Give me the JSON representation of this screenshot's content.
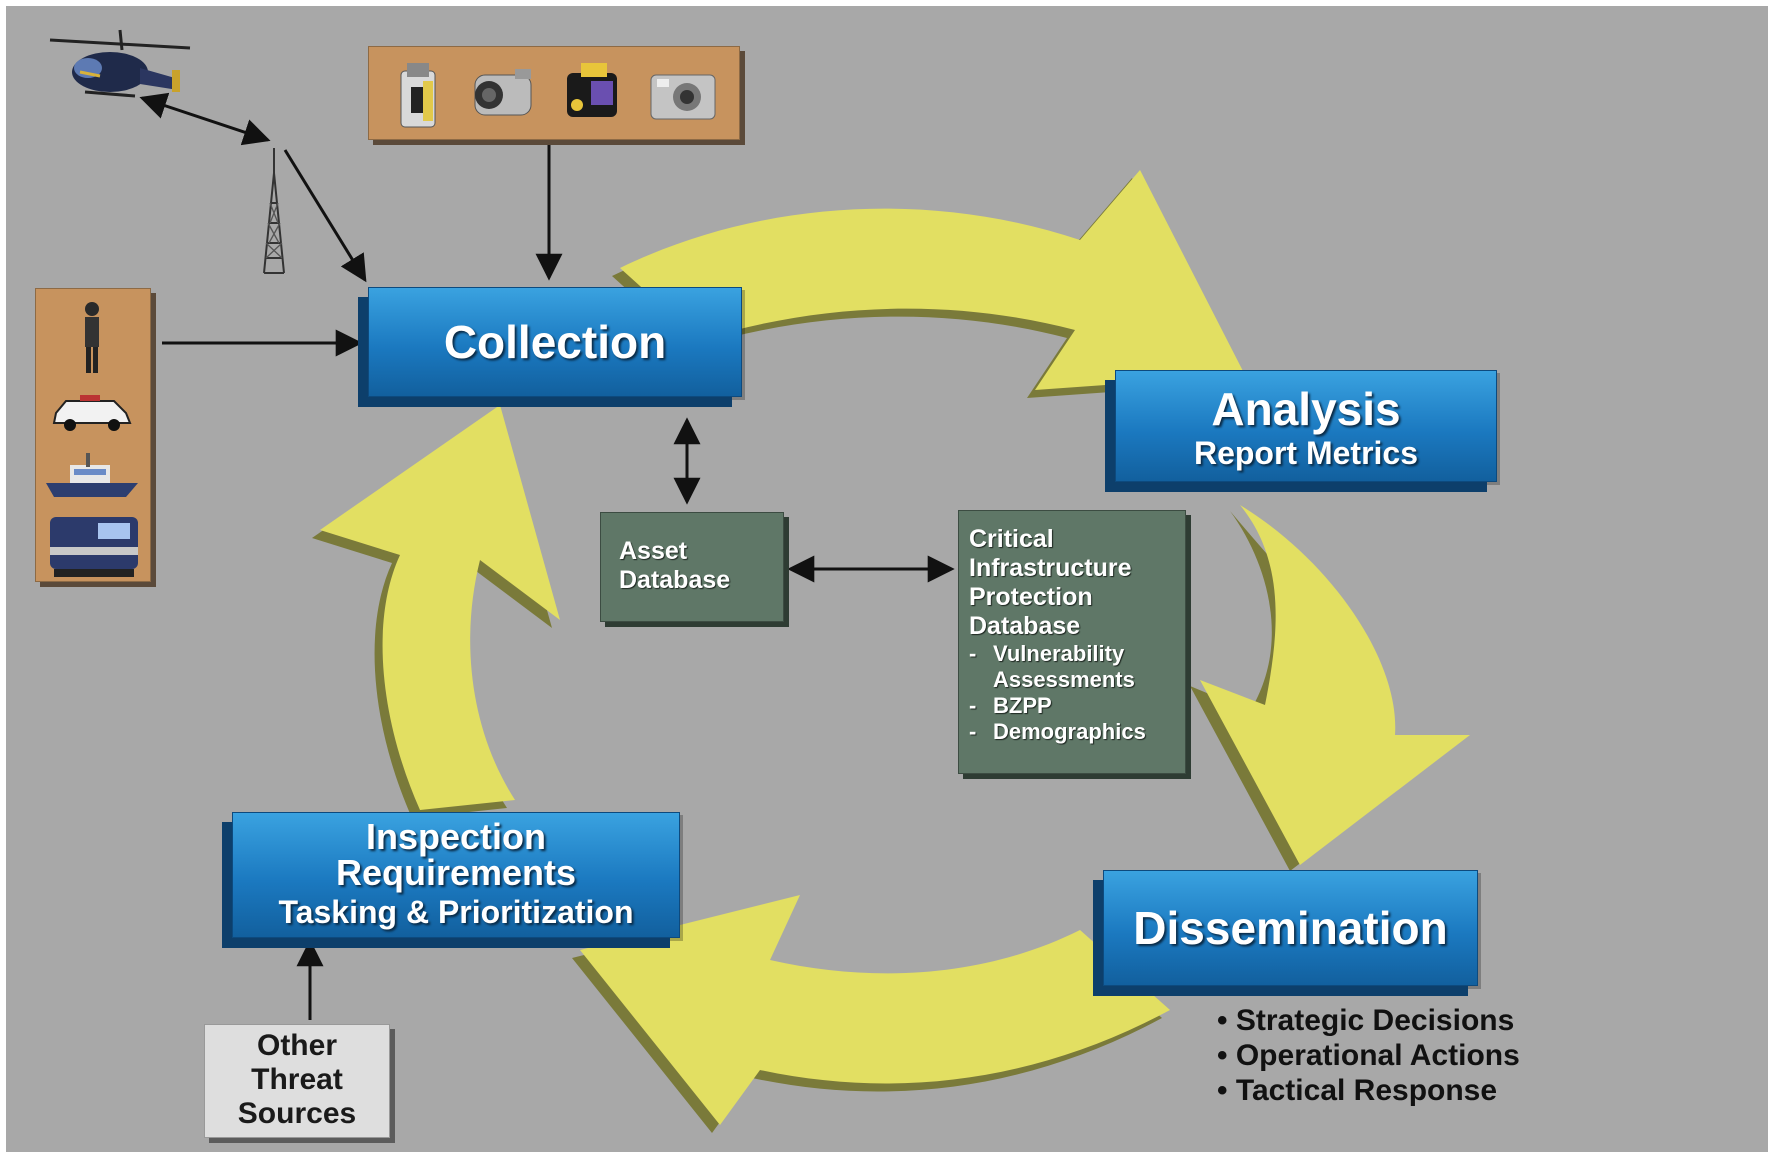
{
  "collection": {
    "title": "Collection"
  },
  "analysis": {
    "title": "Analysis",
    "subtitle": "Report Metrics"
  },
  "dissemination": {
    "title": "Dissemination",
    "bullets": [
      "Strategic Decisions",
      "Operational Actions",
      "Tactical Response"
    ]
  },
  "inspection": {
    "line1": "Inspection",
    "line2": "Requirements",
    "line3": "Tasking & Prioritization"
  },
  "asset_db": {
    "line1": "Asset",
    "line2": "Database"
  },
  "cip_db": {
    "lines": [
      "Critical",
      "Infrastructure",
      "Protection",
      "Database"
    ],
    "items": [
      "Vulnerability",
      "Assessments",
      "BZPP",
      "Demographics"
    ]
  },
  "other_threat": {
    "line1": "Other",
    "line2": "Threat",
    "line3": "Sources"
  },
  "icons": {
    "sensors": [
      "laser-scanner-icon",
      "camcorder-icon",
      "thermal-camera-icon",
      "digital-camera-icon"
    ],
    "assets": [
      "officer-icon",
      "police-car-icon",
      "patrol-boat-icon",
      "locomotive-icon"
    ],
    "aerial": [
      "helicopter-icon",
      "radio-tower-icon"
    ]
  },
  "colors": {
    "background": "#a8a8a8",
    "cycle_arrow": "#e2df62",
    "blue_box": "#1b79c0",
    "green_box": "#5f7767",
    "tan_box": "#c7935e"
  }
}
